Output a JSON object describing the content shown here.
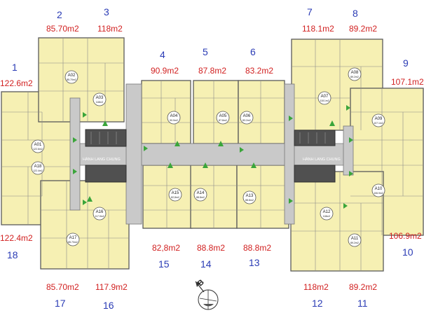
{
  "corridor_labels": [
    "HÀNH LANG CHUNG",
    "HÀNH LANG CHUNG"
  ],
  "apartments": [
    {
      "num": "1",
      "area": "122.6m2",
      "code": "A01",
      "code_area": "122.6m2"
    },
    {
      "num": "2",
      "area": "85.70m2",
      "code": "A02",
      "code_area": "85.70m2"
    },
    {
      "num": "3",
      "area": "118m2",
      "code": "A03",
      "code_area": "118m2"
    },
    {
      "num": "4",
      "area": "90.9m2",
      "code": "A04",
      "code_area": "90.9m2"
    },
    {
      "num": "5",
      "area": "87.8m2",
      "code": "A05",
      "code_area": "87.8m2"
    },
    {
      "num": "6",
      "area": "83.2m2",
      "code": "A06",
      "code_area": "83.2m2"
    },
    {
      "num": "7",
      "area": "118.1m2",
      "code": "A07",
      "code_area": "118.1m2"
    },
    {
      "num": "8",
      "area": "89.2m2",
      "code": "A08",
      "code_area": "89.2m2"
    },
    {
      "num": "9",
      "area": "107.1m2",
      "code": "A09",
      "code_area": "107.1m2"
    },
    {
      "num": "10",
      "area": "106.9m2",
      "code": "A10",
      "code_area": "106.9m2"
    },
    {
      "num": "11",
      "area": "89.2m2",
      "code": "A11",
      "code_area": "89.2m2"
    },
    {
      "num": "12",
      "area": "118m2",
      "code": "A12",
      "code_area": "118m2"
    },
    {
      "num": "13",
      "area": "88.8m2",
      "code": "A13",
      "code_area": "88.8m2"
    },
    {
      "num": "14",
      "area": "88.8m2",
      "code": "A14",
      "code_area": "88.8m2"
    },
    {
      "num": "15",
      "area": "82,8m2",
      "code": "A15",
      "code_area": "82,8m2"
    },
    {
      "num": "16",
      "area": "117.9m2",
      "code": "A16",
      "code_area": "117.9m2"
    },
    {
      "num": "17",
      "area": "85.70m2",
      "code": "A17",
      "code_area": "85.70m2"
    },
    {
      "num": "18",
      "area": "122.4m2",
      "code": "A18",
      "code_area": "122.4m2"
    }
  ],
  "compass_label": "B"
}
